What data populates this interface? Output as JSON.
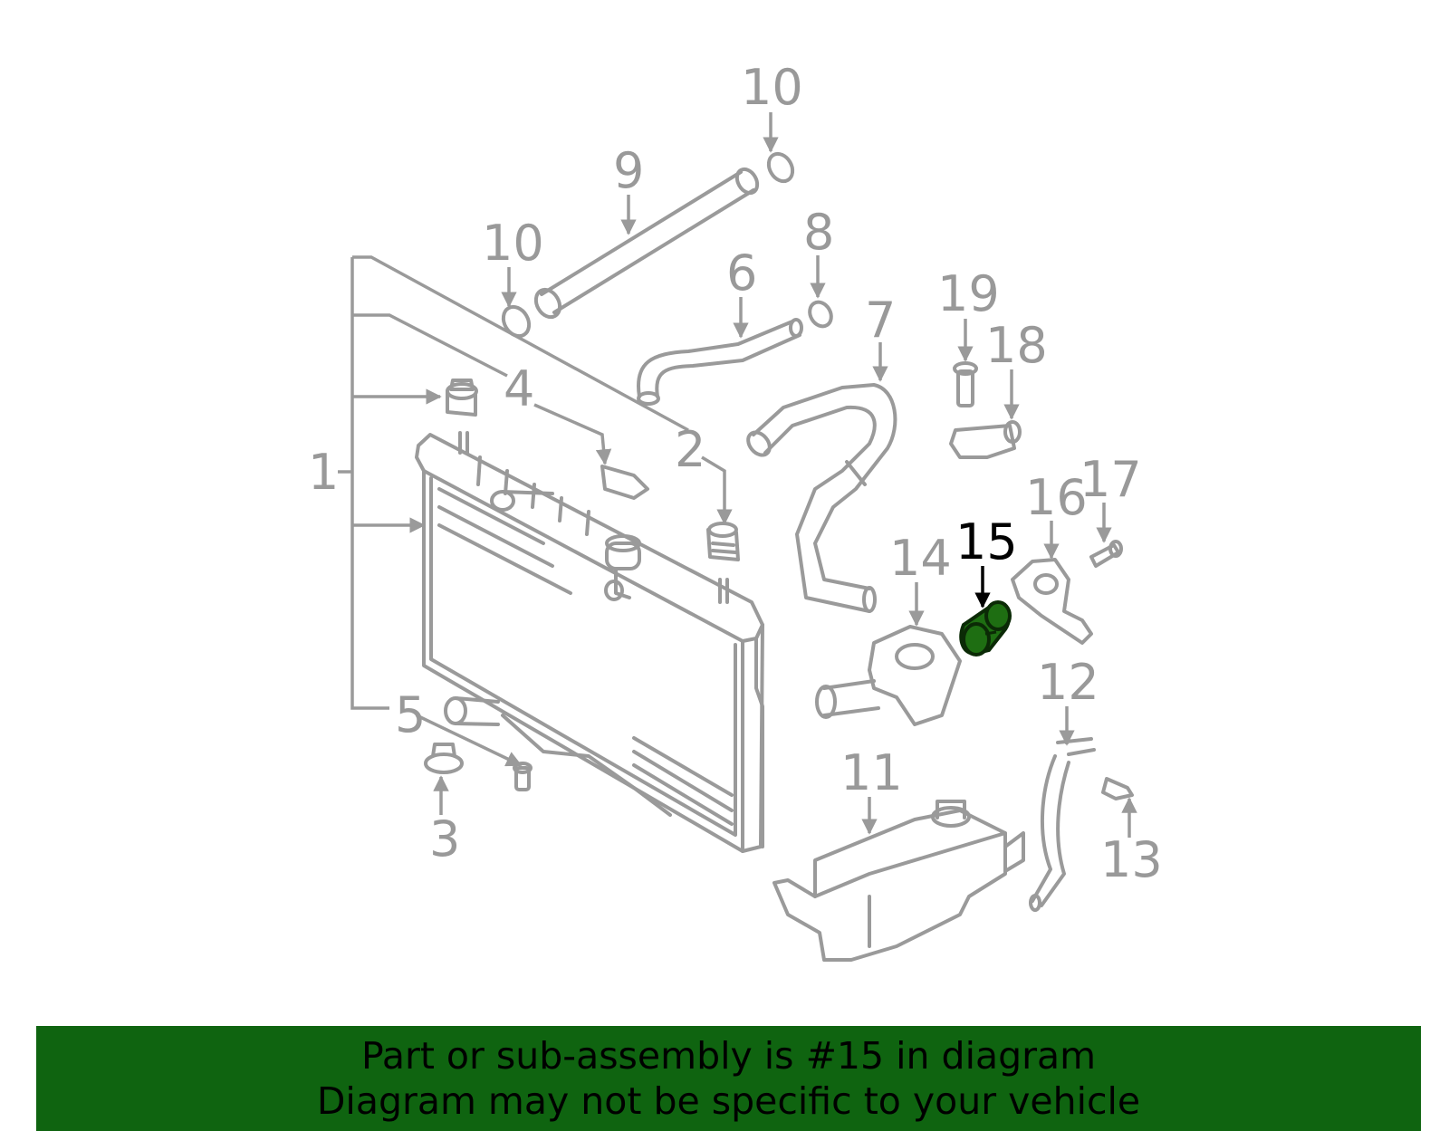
{
  "diagram": {
    "callouts": [
      {
        "id": "1",
        "label": "1"
      },
      {
        "id": "2",
        "label": "2"
      },
      {
        "id": "3",
        "label": "3"
      },
      {
        "id": "4",
        "label": "4"
      },
      {
        "id": "5",
        "label": "5"
      },
      {
        "id": "6",
        "label": "6"
      },
      {
        "id": "7",
        "label": "7"
      },
      {
        "id": "8",
        "label": "8"
      },
      {
        "id": "9",
        "label": "9"
      },
      {
        "id": "10a",
        "label": "10"
      },
      {
        "id": "10b",
        "label": "10"
      },
      {
        "id": "11",
        "label": "11"
      },
      {
        "id": "12",
        "label": "12"
      },
      {
        "id": "13",
        "label": "13"
      },
      {
        "id": "14",
        "label": "14"
      },
      {
        "id": "15",
        "label": "15"
      },
      {
        "id": "16",
        "label": "16"
      },
      {
        "id": "17",
        "label": "17"
      },
      {
        "id": "18",
        "label": "18"
      },
      {
        "id": "19",
        "label": "19"
      }
    ],
    "highlighted_part": "15",
    "colors": {
      "line_art": "#9a9a9a",
      "highlight_fill": "#1e6e12",
      "highlight_label": "#000000",
      "banner_bg": "#0f6410"
    }
  },
  "banner": {
    "line1": "Part or sub-assembly is #15 in diagram",
    "line2": "Diagram may not be specific to your vehicle"
  }
}
